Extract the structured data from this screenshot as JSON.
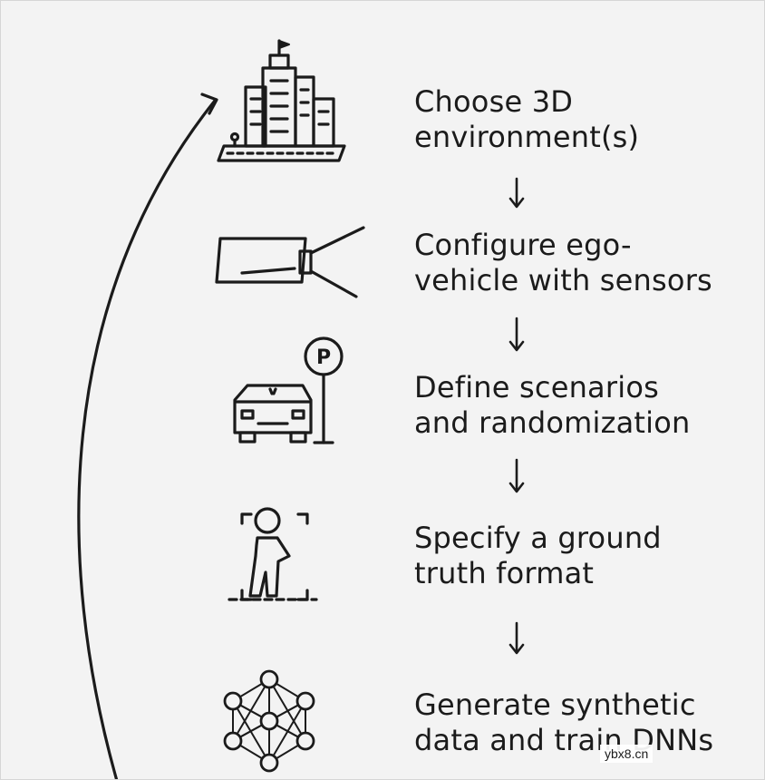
{
  "steps": [
    {
      "line1": "Choose 3D",
      "line2": "environment(s)",
      "icon": "city-buildings-icon"
    },
    {
      "line1": "Configure ego-",
      "line2": "vehicle with sensors",
      "icon": "camera-sensor-icon"
    },
    {
      "line1": "Define scenarios",
      "line2": "and randomization",
      "icon": "car-parking-icon"
    },
    {
      "line1": "Specify a ground",
      "line2": "truth format",
      "icon": "pedestrian-icon"
    },
    {
      "line1": "Generate synthetic",
      "line2": "data and train DNNs",
      "icon": "neural-network-icon"
    }
  ],
  "icons": {
    "arrow": "down-arrow-icon",
    "loop": "loop-back-arrow",
    "parking_sign_letter": "P"
  },
  "watermark": "ybx8.cn",
  "colors": {
    "background": "#f3f3f3",
    "ink": "#1b1b1b"
  }
}
